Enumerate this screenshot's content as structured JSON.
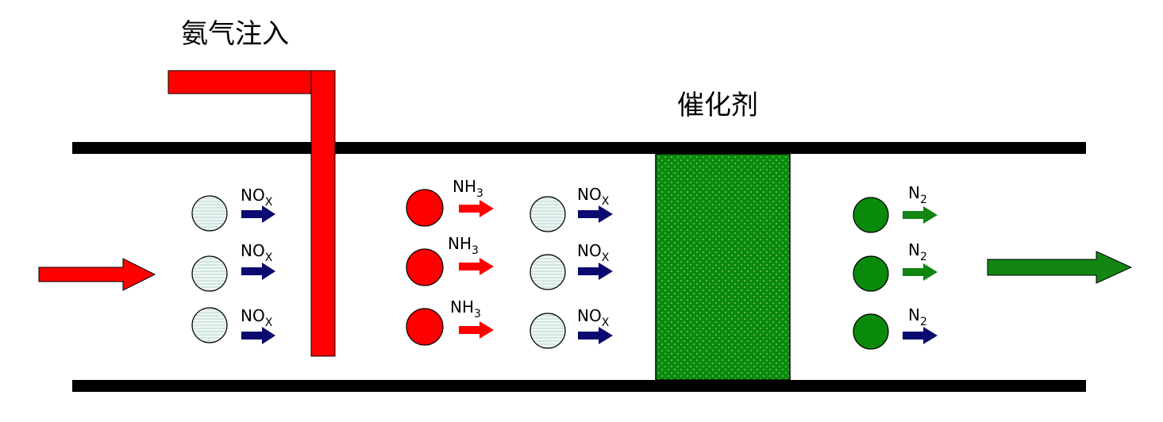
{
  "labels": {
    "ammonia_injection": "氨气注入",
    "catalyst": "催化剂"
  },
  "species": {
    "nox_main": "NO",
    "nox_sub": "X",
    "nh3_main": "NH",
    "nh3_sub": "3",
    "n2_main": "N",
    "n2_sub": "2"
  },
  "colors": {
    "pipe": "#000000",
    "injector": "#ff0000",
    "inlet_arrow": "#ff0000",
    "outlet_arrow": "#138513",
    "catalyst": "#0a8a0a",
    "nox_circle_fill": "#eef6f4",
    "nh3_circle": "#ff0000",
    "n2_circle": "#0a8a0a",
    "navy_arrow": "#0a0a70",
    "red_arrow": "#ff0000",
    "green_arrow": "#138513"
  }
}
